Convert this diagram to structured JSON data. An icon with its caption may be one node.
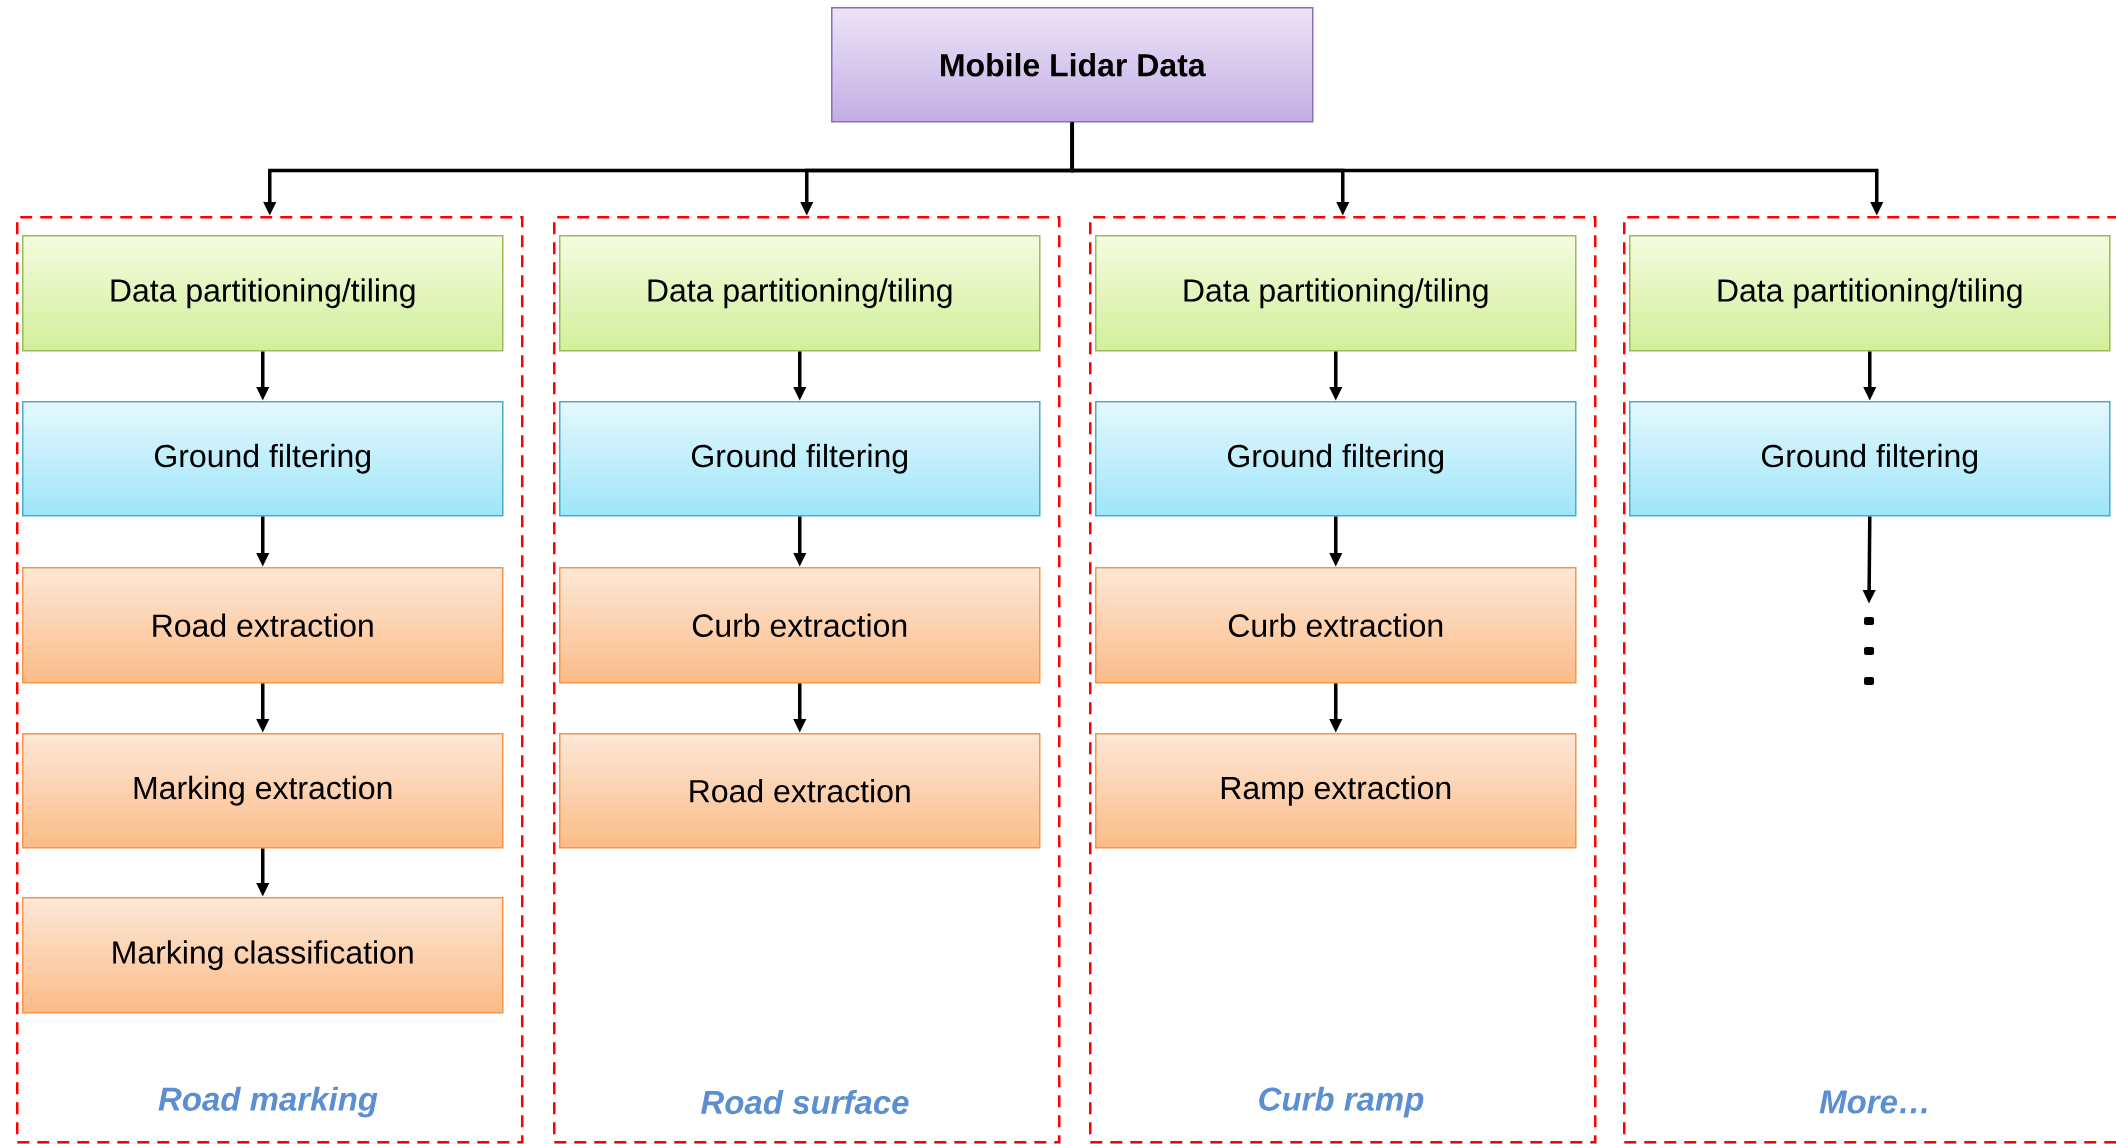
{
  "diagram": {
    "nodes": [
      {
        "text": [
          "Mobile Lidar Data"
        ]
      },
      {
        "text": [
          "Road marking"
        ]
      },
      {
        "text": [
          "Data partitioning/tiling"
        ],
        "in": 1
      },
      {
        "text": [
          "Ground filtering"
        ],
        "in": 1
      },
      {
        "text": [
          "Road extraction"
        ],
        "in": 1
      },
      {
        "text": [
          "Marking extraction"
        ],
        "in": 1
      },
      {
        "text": [
          "Marking classification"
        ],
        "in": 1
      },
      {
        "text": [
          "Road surface"
        ]
      },
      {
        "text": [
          "Data partitioning/tiling"
        ],
        "in": 7
      },
      {
        "text": [
          "Ground filtering"
        ],
        "in": 7
      },
      {
        "text": [
          "Curb extraction"
        ],
        "in": 7
      },
      {
        "text": [
          "Road extraction"
        ],
        "in": 7
      },
      {
        "text": [
          "Curb ramp"
        ]
      },
      {
        "text": [
          "Data partitioning/tiling"
        ],
        "in": 12
      },
      {
        "text": [
          "Ground filtering"
        ],
        "in": 12
      },
      {
        "text": [
          "Curb extraction"
        ],
        "in": 12
      },
      {
        "text": [
          "Ramp extraction"
        ],
        "in": 12
      },
      {
        "text": [
          "More…"
        ]
      },
      {
        "text": [
          "Data partitioning/tiling"
        ],
        "in": 17
      },
      {
        "text": [
          "Ground filtering"
        ],
        "in": 17
      },
      {
        "text": [],
        "shape": "dots",
        "in": 17
      }
    ],
    "edges": [
      {
        "from": 0,
        "to": 1,
        "arrow": "to"
      },
      {
        "from": 0,
        "to": 7,
        "arrow": "to"
      },
      {
        "from": 0,
        "to": 12,
        "arrow": "to"
      },
      {
        "from": 0,
        "to": 17,
        "arrow": "to"
      },
      {
        "from": 2,
        "to": 3,
        "arrow": "to"
      },
      {
        "from": 3,
        "to": 4,
        "arrow": "to"
      },
      {
        "from": 4,
        "to": 5,
        "arrow": "to"
      },
      {
        "from": 5,
        "to": 6,
        "arrow": "to"
      },
      {
        "from": 8,
        "to": 9,
        "arrow": "to"
      },
      {
        "from": 9,
        "to": 10,
        "arrow": "to"
      },
      {
        "from": 10,
        "to": 11,
        "arrow": "to"
      },
      {
        "from": 13,
        "to": 14,
        "arrow": "to"
      },
      {
        "from": 14,
        "to": 15,
        "arrow": "to"
      },
      {
        "from": 15,
        "to": 16,
        "arrow": "to"
      },
      {
        "from": 18,
        "to": 19,
        "arrow": "to"
      },
      {
        "from": 19,
        "to": 20,
        "arrow": "to"
      }
    ]
  }
}
